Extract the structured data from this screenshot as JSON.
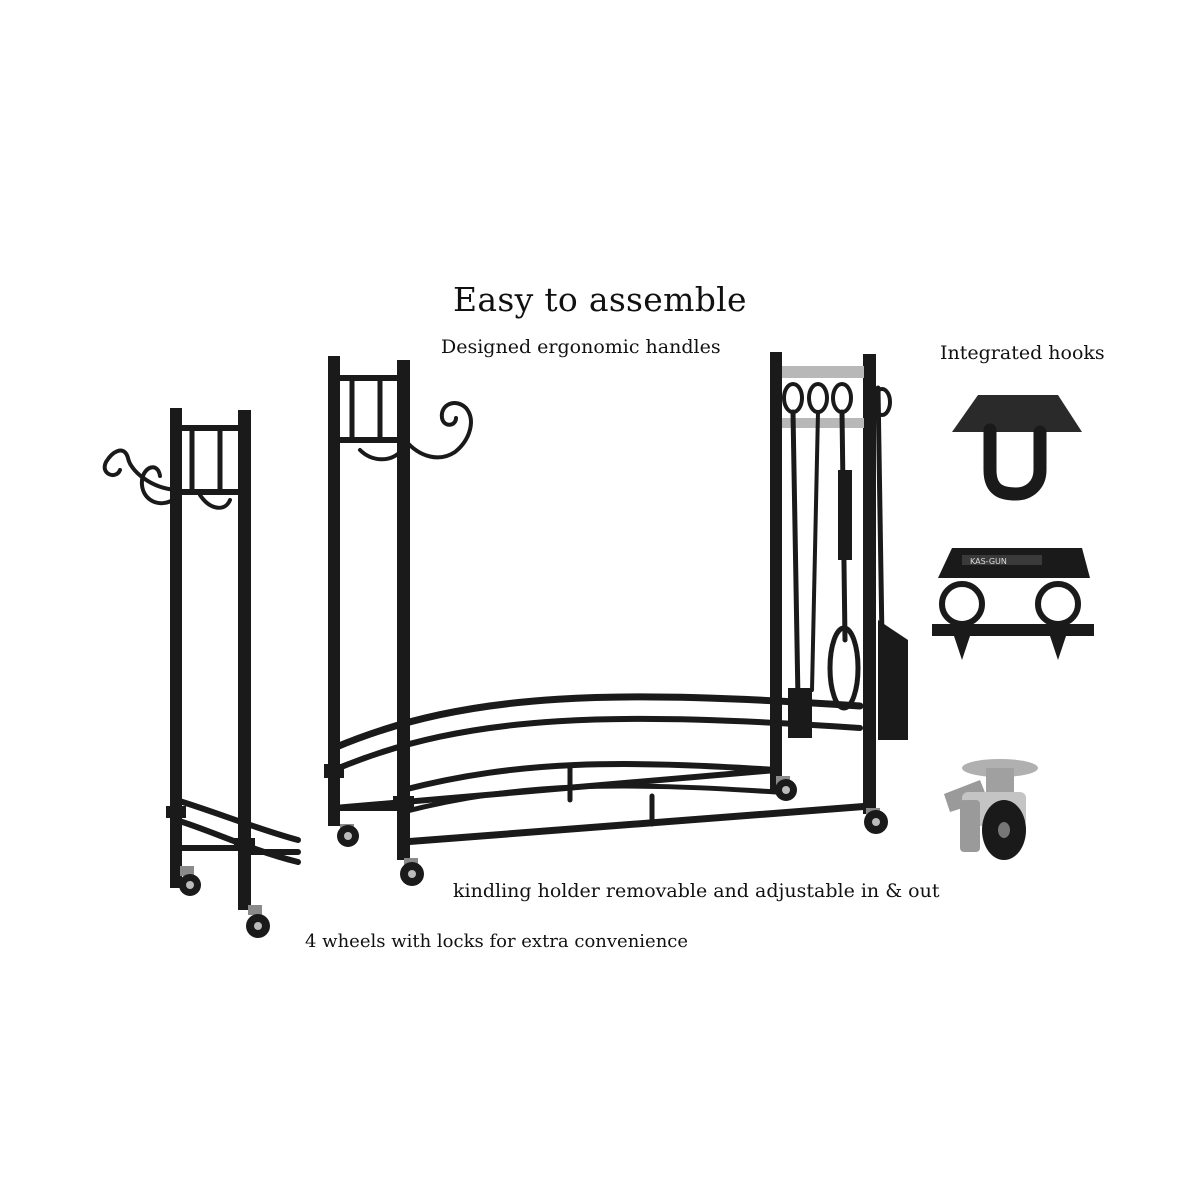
{
  "annotations": {
    "headline": "Easy to assemble",
    "handles": "Designed ergonomic handles",
    "hooks": "Integrated hooks",
    "kindling": "kindling holder removable and adjustable in & out",
    "wheels": "4 wheels with locks for extra convenience"
  },
  "product": {
    "name_on_bracket": "KAS-GUN"
  },
  "colors": {
    "background": "#ffffff",
    "metal": "#1a1a1a",
    "silver": "#b8b8b8",
    "wheel_gray": "#8a8a8a"
  }
}
